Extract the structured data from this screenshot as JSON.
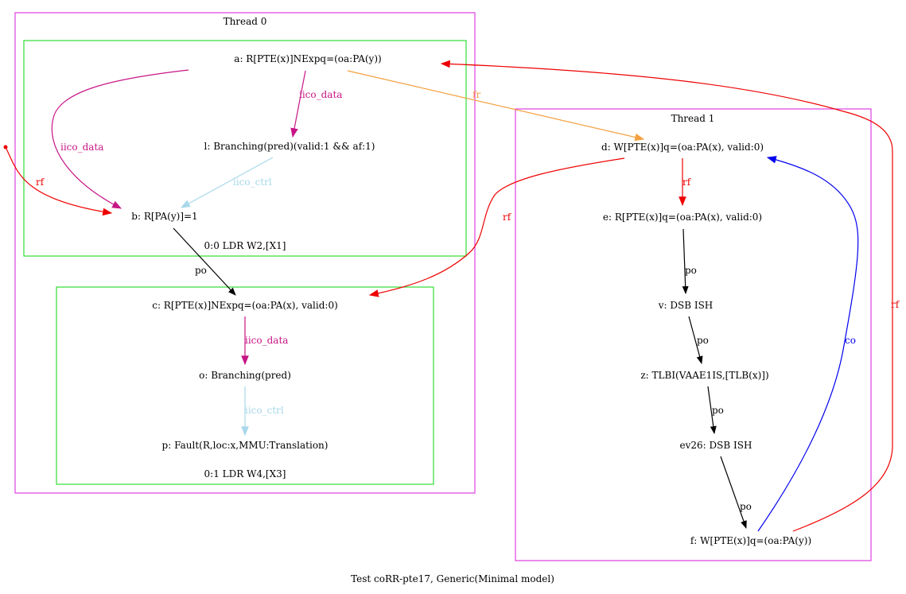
{
  "caption": "Test coRR-pte17, Generic(Minimal model)",
  "colors": {
    "thread_border": "#e040e0",
    "instr_border": "#33dd33",
    "po": "#000000",
    "rf": "#ee0000",
    "iico_data": "#c71585",
    "iico_ctrl": "#a8d8ea",
    "fr": "#f5a040",
    "co": "#0000ee"
  },
  "clusters": {
    "thread0": {
      "title": "Thread 0"
    },
    "thread1": {
      "title": "Thread 1"
    },
    "instr00": {
      "label": "0:0 LDR W2,[X1]"
    },
    "instr01": {
      "label": "0:1 LDR W4,[X3]"
    }
  },
  "nodes": {
    "a": "a: R[PTE(x)]NExpq=(oa:PA(y))",
    "l": "l: Branching(pred)(valid:1 && af:1)",
    "b": "b: R[PA(y)]=1",
    "c": "c: R[PTE(x)]NExpq=(oa:PA(x), valid:0)",
    "o": "o: Branching(pred)",
    "p": "p: Fault(R,loc:x,MMU:Translation)",
    "d": "d: W[PTE(x)]q=(oa:PA(x), valid:0)",
    "e": "e: R[PTE(x)]q=(oa:PA(x), valid:0)",
    "v": "v: DSB ISH",
    "z": "z: TLBI(VAAE1IS,[TLB(x)])",
    "ev26": "ev26: DSB ISH",
    "f": "f: W[PTE(x)]q=(oa:PA(y))"
  },
  "edges": {
    "init_b": "rf",
    "a_b": "iico_data",
    "a_l": "iico_data",
    "l_b": "iico_ctrl",
    "a_d": "fr",
    "b_c": "po",
    "c_o": "iico_data",
    "o_p": "iico_ctrl",
    "d_c": "rf",
    "d_e": "rf",
    "e_v": "po",
    "v_z": "po",
    "z_ev26": "po",
    "ev26_f": "po",
    "f_d": "co",
    "f_a": "rf"
  }
}
